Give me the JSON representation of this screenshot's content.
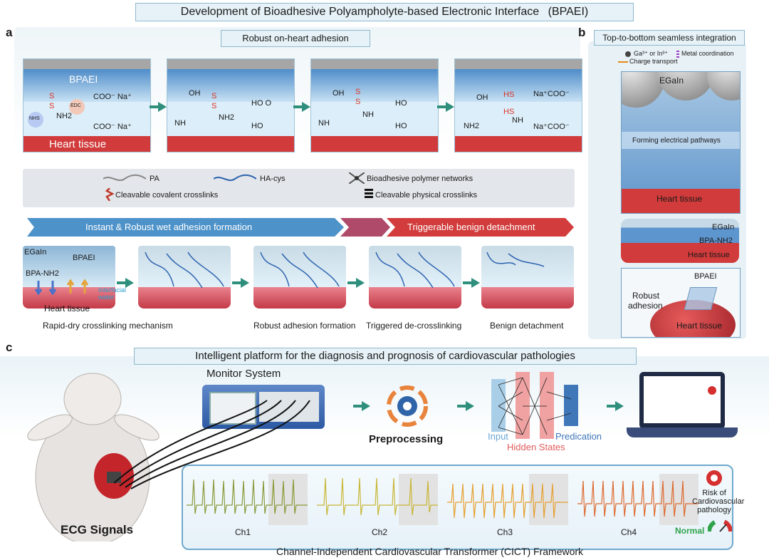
{
  "main_title": "Development of Bioadhesive Polyampholyte-based Electronic Interface",
  "main_title_abbr": "(BPAEI)",
  "panel_a": {
    "letter": "a",
    "title": "Robust on-heart adhesion",
    "tile1": {
      "top_label": "BPAEI",
      "heart_label": "Heart tissue",
      "nhs": "NHS",
      "edc": "EDC",
      "s1": "S",
      "s2": "S",
      "nh2": "NH2",
      "coo1": "COO⁻ Na⁺",
      "coo2": "COO⁻ Na⁺"
    },
    "tile2": {
      "oh": "OH",
      "nh": "NH",
      "s1": "S",
      "s2": "S",
      "nh2": "NH2",
      "oh2": "HO  O",
      "oh3": "HO"
    },
    "tile3": {
      "oh": "OH",
      "nh": "NH",
      "s1": "S",
      "s2": "S",
      "ho": "HO",
      "ho2": "HO"
    },
    "tile4": {
      "oh": "OH",
      "hs1": "HS",
      "hs2": "HS",
      "nh2": "NH2",
      "nh": "NH",
      "na": "Na⁺COO⁻",
      "na2": "Na⁺COO⁻"
    },
    "legend": {
      "pa": "PA",
      "hacys": "HA-cys",
      "network": "Bioadhesive polymer networks",
      "covalent": "Cleavable covalent crosslinks",
      "physical": "Cleavable physical crosslinks"
    },
    "banner_left": "Instant & Robust wet adhesion formation",
    "banner_right": "Triggerable benign detachment",
    "stage_labels": {
      "egain": "EGaIn",
      "bpaei": "BPAEI",
      "bpanh2": "BPA-NH2",
      "heart": "Heart tissue",
      "water": "Interfacial water"
    },
    "captions": [
      "Rapid-dry crosslinking mechanism",
      "Robust adhesion formation",
      "Triggered de-crosslinking",
      "Benign detachment"
    ]
  },
  "panel_b": {
    "letter": "b",
    "title": "Top-to-bottom seamless integration",
    "legend1": "Ga³⁺ or In³⁺",
    "legend2": "Metal coordination",
    "legend3": "Charge transport",
    "egain": "EGaIn",
    "pathways": "Forming electrical pathways",
    "heart": "Heart tissue",
    "layer_egain": "EGaIn",
    "layer_bpa": "BPA-NH2",
    "layer_heart": "Heart tissue",
    "bpaei": "BPAEI",
    "robust": "Robust",
    "adhesion": "adhesion",
    "heart2": "Heart tissue"
  },
  "panel_c": {
    "letter": "c",
    "title": "Intelligent platform for the diagnosis and prognosis of cardiovascular pathologies",
    "monitor": "Monitor System",
    "preprocessing": "Preprocessing",
    "input": "Input",
    "hidden": "Hidden States",
    "prediction": "Predication",
    "ecg": "ECG Signals",
    "channels": [
      "Ch1",
      "Ch2",
      "Ch3",
      "Ch4"
    ],
    "risk": "Risk of Cardiovascular pathology",
    "normal": "Normal",
    "framework": "Channel-Independent Cardiovascular Transformer (CICT) Framework"
  },
  "colors": {
    "teal": "#2f8f7d",
    "heart_red": "#d13b3b",
    "blue": "#3a7fc4",
    "frame": "#8fb9cc"
  }
}
